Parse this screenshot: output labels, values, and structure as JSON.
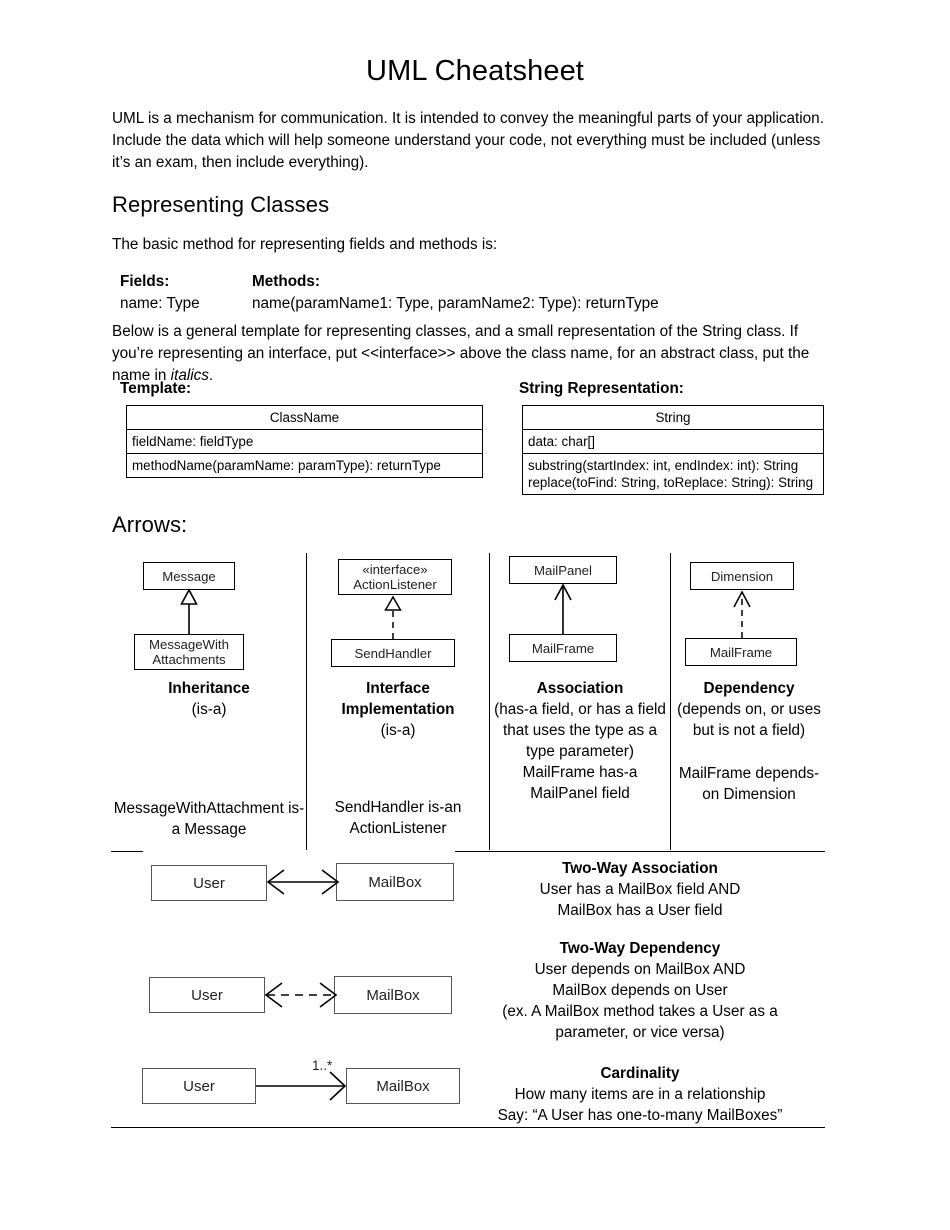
{
  "document": {
    "title": "UML Cheatsheet",
    "intro": "UML is a mechanism for communication. It is intended to convey the meaningful parts of your application. Include the data which will help someone understand your code, not everything must be included (unless it’s an exam, then include everything)."
  },
  "representing_classes": {
    "heading": "Representing Classes",
    "lede": "The basic method for representing fields and methods is:",
    "fields_methods": {
      "fields_header": "Fields:",
      "methods_header": "Methods:",
      "fields_value": "name: Type",
      "methods_value": "name(paramName1: Type, paramName2: Type): returnType"
    },
    "template_para_1": "Below is a general template for representing classes, and a small representation of the String class. If you’re representing an interface, put <<interface>> above the class name, for an abstract class, put the name in ",
    "template_para_italic": "italics",
    "template_para_2": ".",
    "template_caption": "Template:",
    "string_caption": "String Representation:",
    "template_box": {
      "name": "ClassName",
      "fields": [
        "fieldName: fieldType"
      ],
      "methods": [
        "methodName(paramName: paramType): returnType"
      ]
    },
    "string_box": {
      "name": "String",
      "fields": [
        "data: char[]"
      ],
      "methods": [
        "substring(startIndex: int, endIndex: int): String",
        "replace(toFind: String, toReplace: String): String"
      ]
    }
  },
  "arrows": {
    "heading": "Arrows:",
    "columns": [
      {
        "id": "inheritance",
        "title": "Inheritance",
        "subtitle": "(is-a)",
        "example": "MessageWithAttachment is-a Message",
        "parent": "Message",
        "child": "MessageWith Attachments",
        "child_line1": "MessageWith",
        "child_line2": "Attachments",
        "arrow_kind": "hollow-triangle-solid-line"
      },
      {
        "id": "interface-implementation",
        "title": "Interface Implementation",
        "title_line1": "Interface",
        "title_line2": "Implementation",
        "subtitle": "(is-a)",
        "example": "SendHandler is-an ActionListener",
        "parent_stereotype": "«interface»",
        "parent": "ActionListener",
        "child": "SendHandler",
        "arrow_kind": "hollow-triangle-dashed-line"
      },
      {
        "id": "association",
        "title": "Association",
        "subtitle": "(has-a field, or has a field that uses the type as a type parameter)",
        "example": "MailFrame has-a MailPanel field",
        "parent": "MailPanel",
        "child": "MailFrame",
        "arrow_kind": "open-arrow-solid-line"
      },
      {
        "id": "dependency",
        "title": "Dependency",
        "subtitle": "(depends on, or uses but is not a field)",
        "example": "MailFrame depends-on Dimension",
        "parent": "Dimension",
        "child": "MailFrame",
        "arrow_kind": "open-arrow-dashed-line"
      }
    ],
    "relations": [
      {
        "id": "two-way-association",
        "left": "User",
        "right": "MailBox",
        "title": "Two-Way Association",
        "lines": [
          "User has a MailBox field AND",
          "MailBox has a User field"
        ],
        "arrow_kind": "double-open-arrow-solid-line",
        "cardinality": ""
      },
      {
        "id": "two-way-dependency",
        "left": "User",
        "right": "MailBox",
        "title": "Two-Way Dependency",
        "lines": [
          "User depends on MailBox AND",
          "MailBox depends on User",
          "(ex. A MailBox method takes a User as a",
          "parameter, or vice versa)"
        ],
        "arrow_kind": "double-open-arrow-dashed-line",
        "cardinality": ""
      },
      {
        "id": "cardinality",
        "left": "User",
        "right": "MailBox",
        "title": "Cardinality",
        "lines": [
          "How many items are in a relationship",
          "Say: “A User has one-to-many MailBoxes”"
        ],
        "arrow_kind": "open-arrow-solid-line",
        "cardinality": "1..*"
      }
    ]
  },
  "colors": {
    "ink": "#000000",
    "box_border": "#000000",
    "node_text": "#222222",
    "page_background": "#ffffff"
  }
}
